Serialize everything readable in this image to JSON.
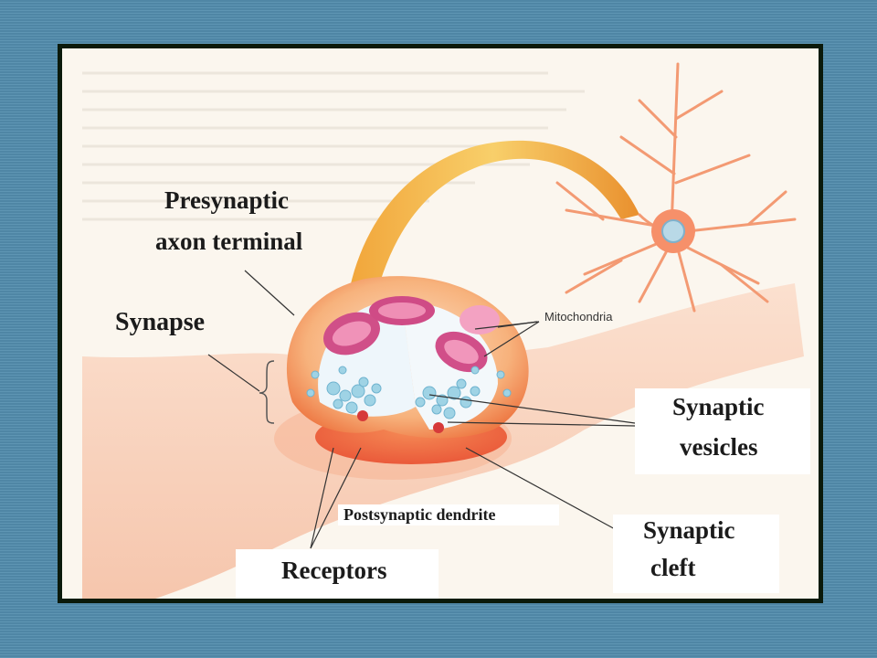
{
  "labels": {
    "presynaptic_line1": "Presynaptic",
    "presynaptic_line2": "axon terminal",
    "synapse": "Synapse",
    "mitochondria": "Mitochondria",
    "synaptic_vesicles_line1": "Synaptic",
    "synaptic_vesicles_line2": "vesicles",
    "postsynaptic_dendrite": "Postsynaptic dendrite",
    "synaptic_cleft_line1": "Synaptic",
    "synaptic_cleft_line2": "cleft",
    "receptors": "Receptors"
  },
  "colors": {
    "background": "#5a90ae",
    "panel": "#fbf6ee",
    "membrane": "#f4a56a",
    "axon": "#f3b24a",
    "mitochondria": "#e26a9a",
    "vesicles": "#a9d8e6"
  }
}
